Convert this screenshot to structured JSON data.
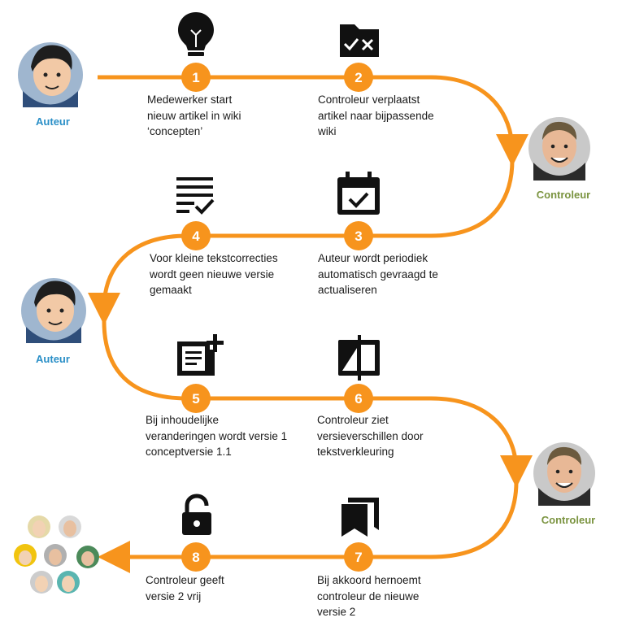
{
  "colors": {
    "flow": "#f7941d",
    "icon": "#111111",
    "auteur": "#2a8fc7",
    "controleur": "#7b9440"
  },
  "roles": {
    "auteur": "Auteur",
    "controleur": "Controleur"
  },
  "steps": [
    {
      "number": "1",
      "icon": "lightbulb-icon",
      "text": "Medewerker start\nnieuw artikel in wiki\n‘concepten’"
    },
    {
      "number": "2",
      "icon": "folder-x-icon",
      "text": "Controleur verplaatst\nartikel naar bijpassende\nwiki"
    },
    {
      "number": "3",
      "icon": "calendar-check-icon",
      "text": "Auteur wordt periodiek\nautomatisch gevraagd te\nactualiseren"
    },
    {
      "number": "4",
      "icon": "text-check-icon",
      "text": "Voor kleine  tekstcorrecties\nwordt geen  nieuwe versie\ngemaakt"
    },
    {
      "number": "5",
      "icon": "post-add-icon",
      "text": "Bij inhoudelijke\nveranderingen wordt versie 1\nconceptversie 1.1"
    },
    {
      "number": "6",
      "icon": "compare-icon",
      "text": "Controleur ziet\nversieverschillen door\ntekstverkleuring"
    },
    {
      "number": "7",
      "icon": "bookmarks-icon",
      "text": "Bij akkoord hernoemt\ncontroleur de nieuwe\nversie 2"
    },
    {
      "number": "8",
      "icon": "unlock-icon",
      "text": "Controleur geeft\nversie 2 vrij"
    }
  ]
}
